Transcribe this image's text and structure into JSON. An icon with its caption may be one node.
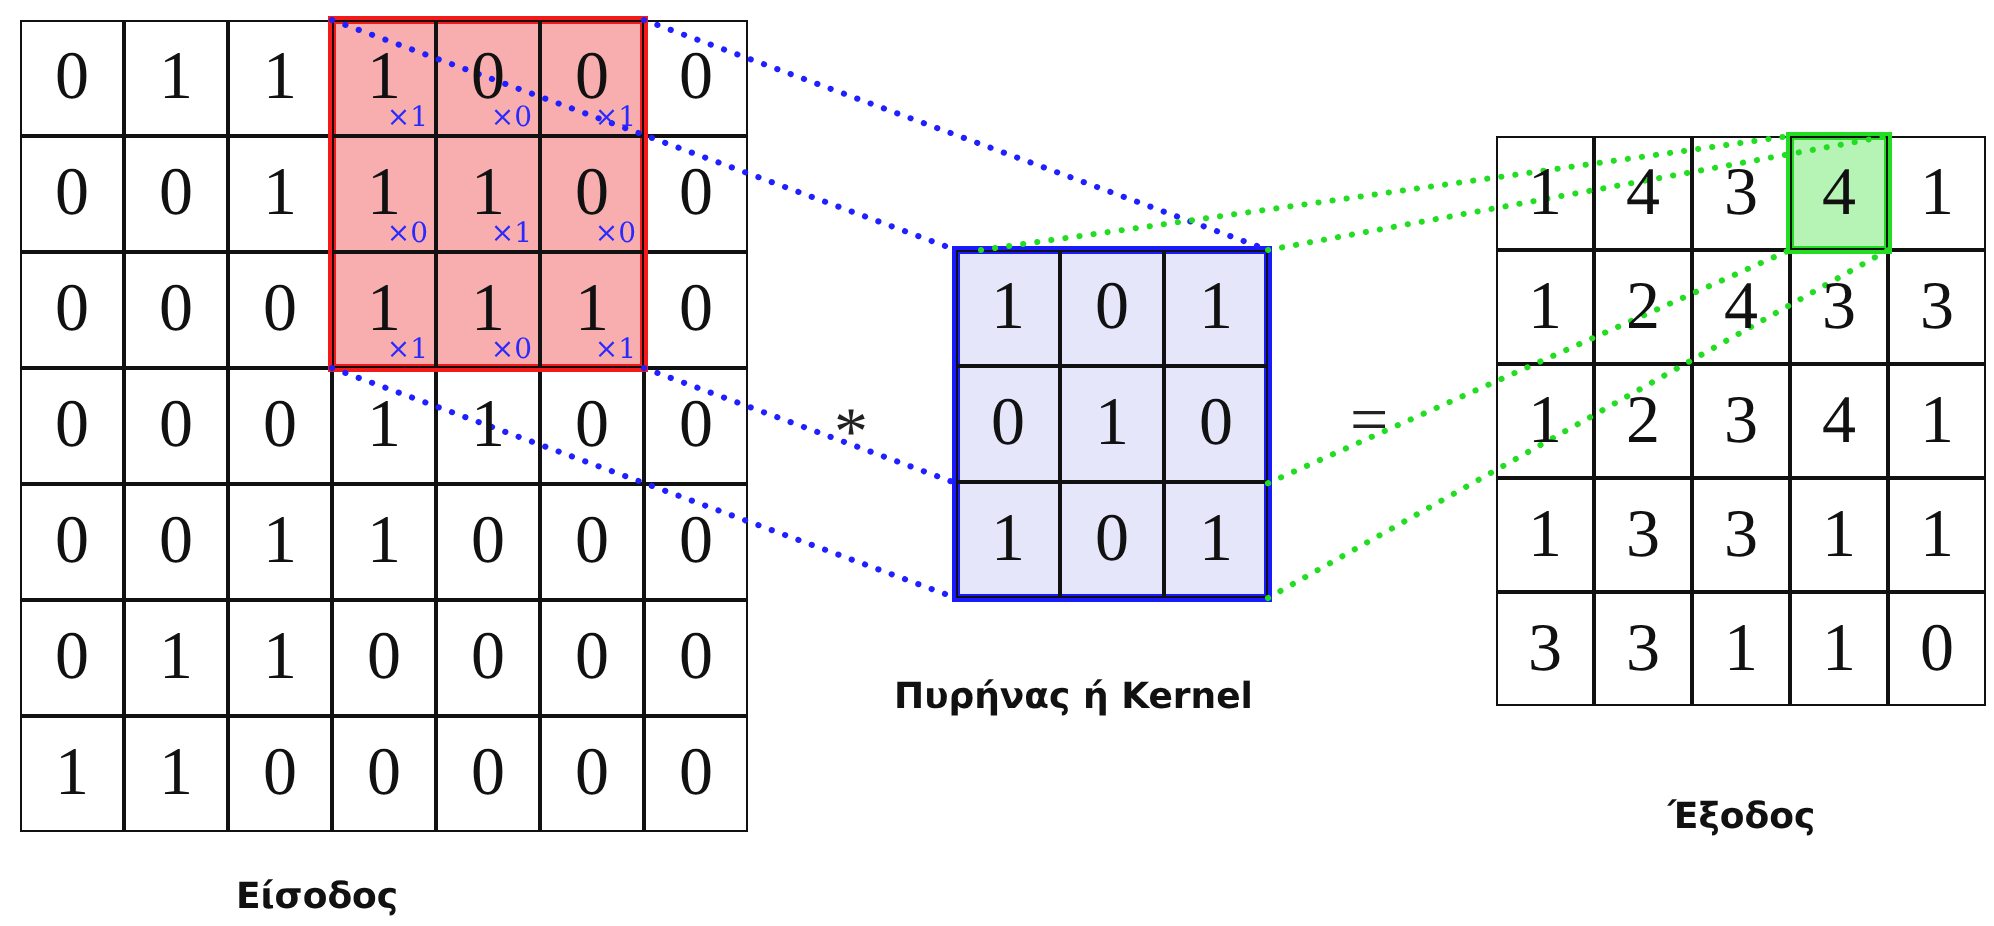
{
  "diagram": {
    "nodes": [
      {
        "text": [
          "0",
          "1",
          "1",
          "0",
          "0",
          "0",
          "1",
          "0",
          "0",
          "0",
          "0",
          "0",
          "0",
          "0",
          "0",
          "1",
          "1",
          "0",
          "0",
          "0",
          "0",
          "1",
          "1",
          "0",
          "0",
          "0",
          "0",
          "1",
          "1",
          "0",
          "0",
          "0",
          "0",
          "1",
          "1",
          "0",
          "0",
          "0",
          "0",
          "0"
        ],
        "beside": [
          "Είσοδος"
        ]
      },
      {
        "text": [
          "1",
          "×1",
          "0",
          "×0",
          "0",
          "×1",
          "1",
          "×0",
          "1",
          "×1",
          "0",
          "×0",
          "1",
          "×1",
          "1",
          "×0",
          "1",
          "×1"
        ],
        "in": 0
      },
      {
        "text": [
          "1",
          "0",
          "1",
          "0",
          "1",
          "0",
          "1",
          "0",
          "1"
        ],
        "beside": [
          "Πυρήνας ή Kernel"
        ]
      },
      {
        "text": [
          "1",
          "4",
          "3",
          "1",
          "1",
          "2",
          "4",
          "3",
          "3",
          "1",
          "2",
          "3",
          "4",
          "1",
          "1",
          "3",
          "3",
          "1",
          "1",
          "3",
          "3",
          "1",
          "1",
          "0"
        ],
        "beside": [
          "Έξοδος"
        ]
      },
      {
        "text": [
          "4"
        ],
        "in": 3
      }
    ],
    "edges": [
      {
        "from": 1,
        "to": 2,
        "arrow": "none",
        "style": "dashed",
        "color": "#1f1fff"
      },
      {
        "from": 1,
        "to": 2,
        "arrow": "none",
        "style": "dashed",
        "color": "#1f1fff"
      },
      {
        "from": 1,
        "to": 2,
        "arrow": "none",
        "style": "dashed",
        "color": "#1f1fff"
      },
      {
        "from": 1,
        "to": 2,
        "arrow": "none",
        "style": "dashed",
        "color": "#1f1fff"
      },
      {
        "from": 2,
        "to": 4,
        "arrow": "none",
        "style": "dashed",
        "color": "#22dd22"
      },
      {
        "from": 2,
        "to": 4,
        "arrow": "none",
        "style": "dashed",
        "color": "#22dd22"
      },
      {
        "from": 2,
        "to": 4,
        "arrow": "none",
        "style": "dashed",
        "color": "#22dd22"
      },
      {
        "from": 2,
        "to": 4,
        "arrow": "none",
        "style": "dashed",
        "color": "#22dd22"
      }
    ],
    "labels": [
      "*",
      "="
    ]
  }
}
